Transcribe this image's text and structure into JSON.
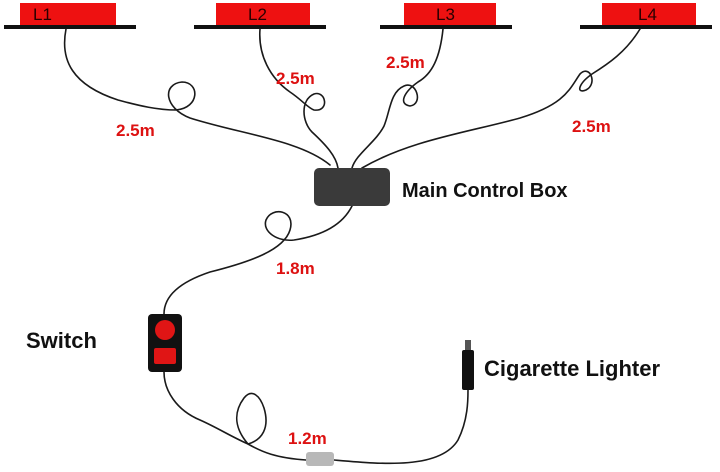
{
  "diagram": {
    "lamps": [
      {
        "label": "L1"
      },
      {
        "label": "L2"
      },
      {
        "label": "L3"
      },
      {
        "label": "L4"
      }
    ],
    "cable_lengths": {
      "l1": "2.5m",
      "l2": "2.5m",
      "l3": "2.5m",
      "l4": "2.5m",
      "box_to_switch": "1.8m",
      "switch_to_lighter": "1.2m"
    },
    "components": {
      "control_box": "Main Control Box",
      "switch": "Switch",
      "lighter": "Cigarette Lighter"
    },
    "colors": {
      "lamp_red": "#ee1111",
      "bar_black": "#111111",
      "length_red": "#dd1111",
      "control_box": "#3a3a3a",
      "switch_red": "#e01515",
      "fuse_gray": "#b8b8b8"
    }
  }
}
